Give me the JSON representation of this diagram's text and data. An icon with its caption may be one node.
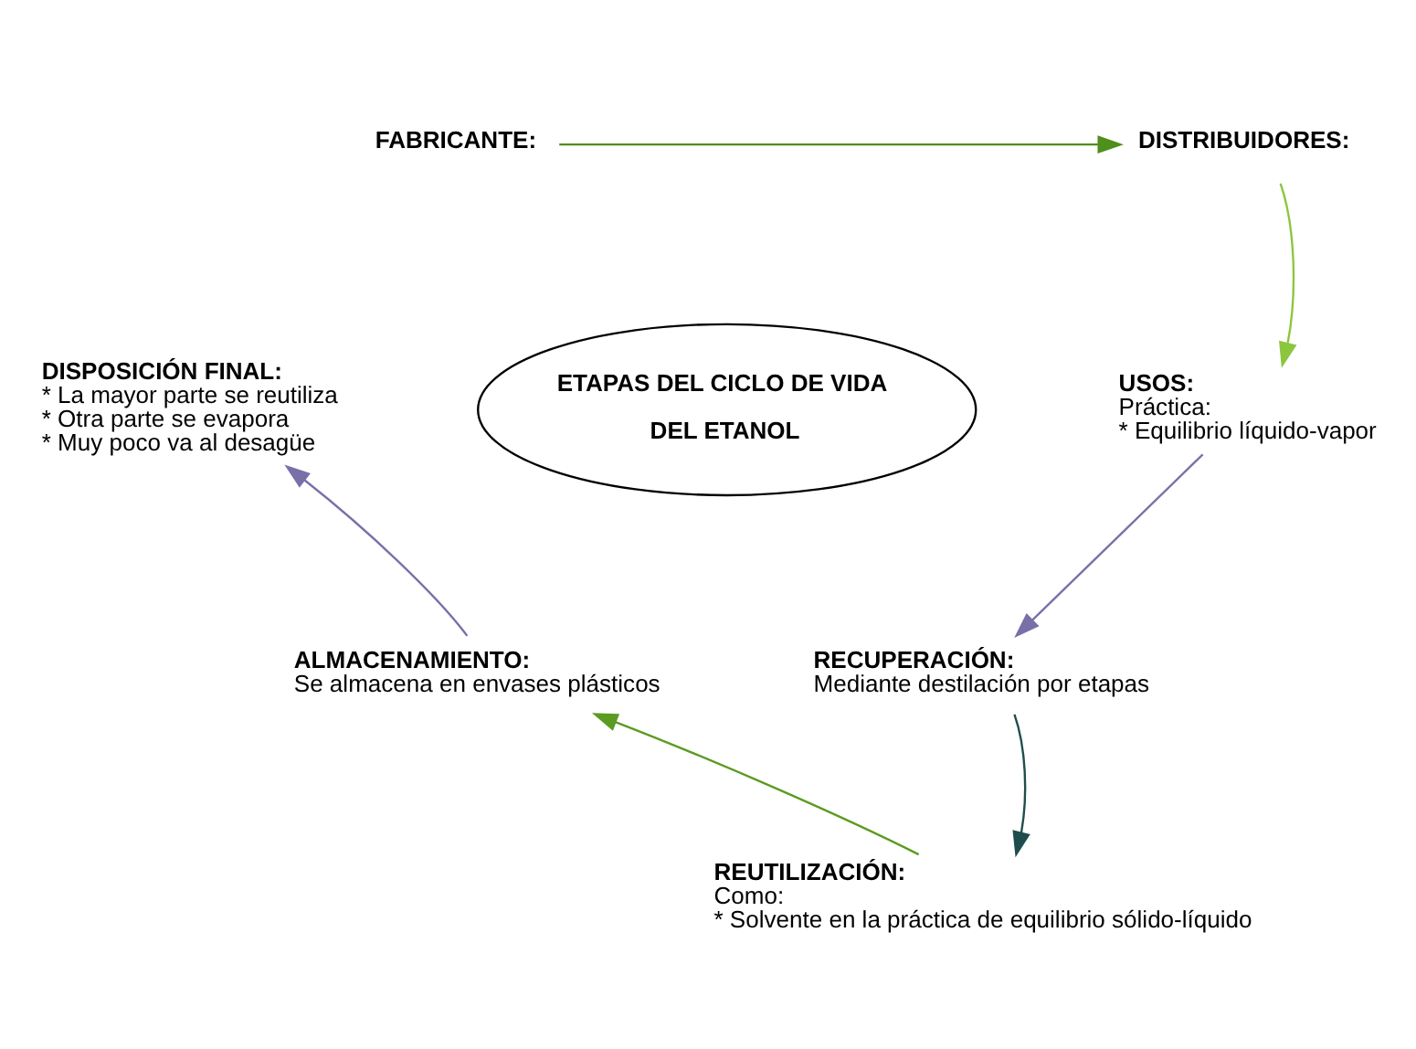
{
  "diagram": {
    "nodes": [
      {
        "text": [
          "FABRICANTE:"
        ]
      },
      {
        "text": [
          "DISTRIBUIDORES:"
        ]
      },
      {
        "text": [
          "USOS:",
          "Práctica:",
          "* Equilibrio líquido-vapor"
        ]
      },
      {
        "text": [
          "RECUPERACIÓN:",
          "Mediante destilación por etapas"
        ]
      },
      {
        "text": [
          "REUTILIZACIÓN:",
          "Como:",
          "* Solvente en la práctica de equilibrio sólido-líquido"
        ]
      },
      {
        "text": [
          "ALMACENAMIENTO:",
          "Se almacena en envases plásticos"
        ]
      },
      {
        "text": [
          "DISPOSICIÓN FINAL:",
          "* La mayor parte se reutiliza",
          "* Otra parte se evapora",
          "* Muy poco va al desagüe"
        ]
      },
      {
        "text": [
          "ETAPAS DEL CICLO DE VIDA",
          "DEL ETANOL"
        ]
      }
    ],
    "edges": [
      {
        "from": 0,
        "to": 1,
        "arrow": "to",
        "color": "#4f8f1c"
      },
      {
        "from": 1,
        "to": 2,
        "arrow": "to",
        "color": "#8cc63e"
      },
      {
        "from": 2,
        "to": 3,
        "arrow": "to",
        "color": "#7a70a8"
      },
      {
        "from": 3,
        "to": 4,
        "arrow": "to",
        "color": "#1f4d4d"
      },
      {
        "from": 4,
        "to": 5,
        "arrow": "to",
        "color": "#5b9b22"
      },
      {
        "from": 5,
        "to": 6,
        "arrow": "to",
        "color": "#7a70a8"
      }
    ]
  }
}
